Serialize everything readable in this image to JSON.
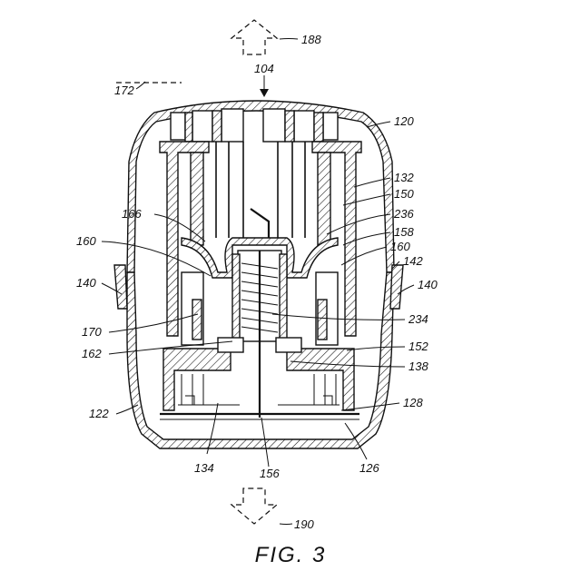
{
  "figure": {
    "caption": "FIG. 3",
    "labels": {
      "l188": "188",
      "l104": "104",
      "l172": "172",
      "l120": "120",
      "l132": "132",
      "l150": "150",
      "l166": "166",
      "l236": "236",
      "l158": "158",
      "l160a": "160",
      "l160b": "160",
      "l142": "142",
      "l140a": "140",
      "l140b": "140",
      "l170": "170",
      "l234": "234",
      "l162": "162",
      "l152": "152",
      "l138": "138",
      "l122": "122",
      "l128": "128",
      "l134": "134",
      "l156": "156",
      "l126": "126",
      "l190": "190"
    }
  }
}
